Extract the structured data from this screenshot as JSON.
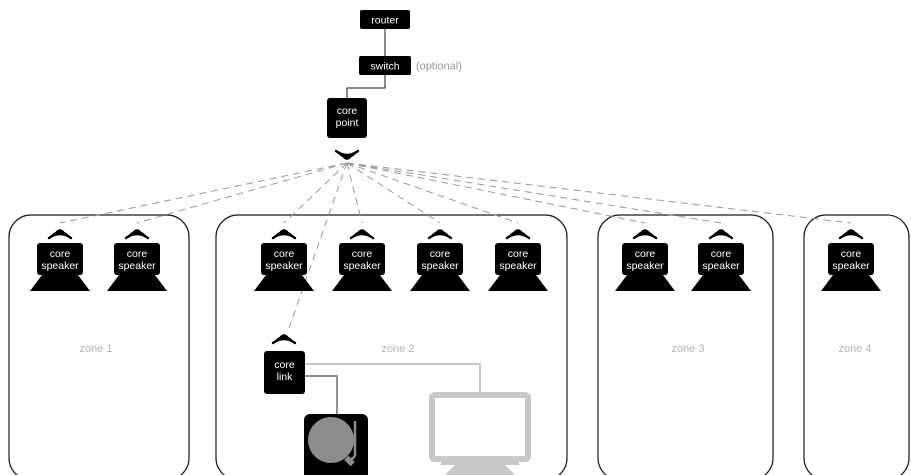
{
  "router": {
    "label": "router"
  },
  "switch": {
    "label": "switch",
    "note": "(optional)"
  },
  "core_point": {
    "line1": "core",
    "line2": "point"
  },
  "core_link": {
    "line1": "core",
    "line2": "link"
  },
  "speaker": {
    "line1": "core",
    "line2": "speaker"
  },
  "zones": [
    {
      "label": "zone 1"
    },
    {
      "label": "zone 2"
    },
    {
      "label": "zone 3"
    },
    {
      "label": "zone 4"
    }
  ]
}
